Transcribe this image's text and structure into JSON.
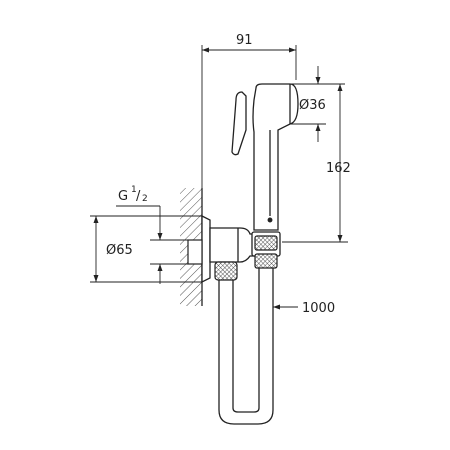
{
  "dimensions": {
    "width_top": "91",
    "head_diameter": "Ø36",
    "head_height": "162",
    "thread_main": "G",
    "thread_num": "1",
    "thread_den": "2",
    "flange_diameter": "Ø65",
    "hose_length": "1000"
  },
  "colors": {
    "line": "#222222",
    "hatch": "#555555"
  }
}
